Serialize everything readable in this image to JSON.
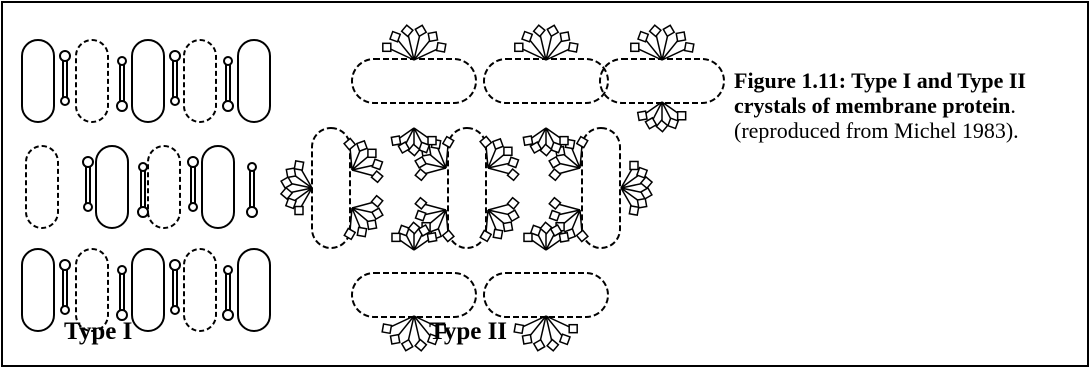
{
  "figure": {
    "labels": {
      "type1": "Type I",
      "type2": "Type II"
    },
    "caption": {
      "title": "Figure 1.11: Type I and Type II crystals of membrane protein",
      "title_tail": ".",
      "note": "(reproduced from Michel 1983)."
    }
  }
}
